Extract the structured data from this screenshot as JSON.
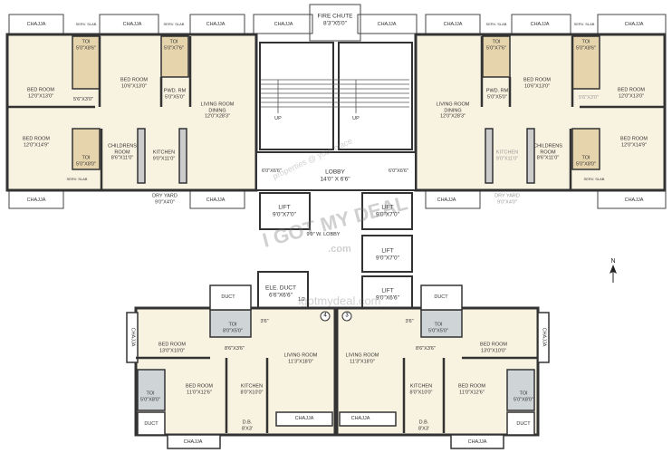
{
  "top_left": [
    "CHAJJA",
    "CHAJJA",
    "CHAJJA",
    "CHAJJA",
    "CHAJJA",
    "SERV. SLAB",
    "SERV. SLAB",
    "TOI\n5'0\"X8'6\"",
    "TOI\n5'0\"X7'6\"",
    "BED ROOM\n12'0\"X13'0\"",
    "BED ROOM\n10'6\"X13'0\"",
    "PWD. RM\n5'0\"X5'0\"",
    "5'6\"X3'0\"",
    "LIVING ROOM\nDINING\n12'0\"X28'3\"",
    "BED ROOM\n12'0\"X14'9\"",
    "TOI\n5'0\"X8'0\"",
    "CHILDRENS\nROOM\n8'6\"X11'0\"",
    "KITCHEN\n9'0\"X11'0\"",
    "DRY YARD\n9'0\"X4'0\"",
    "SERV. SLAB"
  ],
  "top_right": [
    "CHAJJA",
    "CHAJJA",
    "CHAJJA",
    "CHAJJA",
    "CHAJJA",
    "SERV. SLAB",
    "SERV. SLAB",
    "TOI\n5'0\"X7'6\"",
    "TOI\n5'0\"X8'6\"",
    "BED ROOM\n10'6\"X13'0\"",
    "BED ROOM\n12'0\"X13'0\"",
    "PWD. RM\n5'0\"X5'0\"",
    "5'6\"X3'0\"",
    "LIVING ROOM\nDINING\n12'0\"X28'3\"",
    "BED ROOM\n12'0\"X14'9\"",
    "TOI\n5'0\"X8'0\"",
    "CHILDRENS\nROOM\n8'6\"X11'0\"",
    "KITCHEN\n9'0\"X11'0\"",
    "DRY YARD\n9'0\"X4'0\"",
    "SERV. SLAB"
  ],
  "core": [
    "FIRE CHUTE\n8'3\"X5'0\"",
    "CHAJJA",
    "CHAJJA",
    "UP",
    "UP",
    "6'0\"X6'6\"",
    "LOBBY\n14'0\" X 6'6\"",
    "6'0\"X6'6\"",
    "LIFT\n9'0\"X7'0\"",
    "LIFT\n9'0\"X7'0\"",
    "LIFT\n9'0\"X7'0\"",
    "LIFT\n9'0\"X6'6\"",
    "9'0\" W. LOBBY",
    "ELE. DUCT\n6'6\"X6'6\"",
    "1/2"
  ],
  "bottom_left": [
    "DUCT",
    "TOI\n8'0\"X5'0\"",
    "BED ROOM\n13'0\"X10'0\"",
    "8'6\"X3'6\"",
    "LIVING ROOM\n11'3\"X18'0\"",
    "BED ROOM\n11'0\"X12'6\"",
    "KITCHEN\n8'0\"X10'0\"",
    "TOI\n5'0\"X8'0\"",
    "DUCT",
    "D.B.\n8'X3'",
    "CHAJJA",
    "CHAJJA",
    "CHAJJA",
    "3'6\"",
    "4"
  ],
  "bottom_right": [
    "DUCT",
    "TOI\n5'0\"X5'0\"",
    "BED ROOM\n13'0\"X10'0\"",
    "8'6\"X3'6\"",
    "LIVING ROOM\n11'3\"X18'0\"",
    "KITCHEN\n8'0\"X10'0\"",
    "BED ROOM\n11'0\"X12'6\"",
    "TOI\n5'0\"X8'0\"",
    "DUCT",
    "D.B.\n8'X3'",
    "CHAJJA",
    "CHAJJA",
    "CHAJJA",
    "3'6\"",
    "3"
  ],
  "compass": {
    "north": "N"
  },
  "watermark": {
    "tagline": "properties @ your place",
    "logo": "I GOT MY DEAL",
    "logo_domain": ".com",
    "url": "igotmydeal.com"
  },
  "colors": {
    "room_fill": "#f8f2e0",
    "toilet_fill": "#e6d4ad",
    "wall": "#333333",
    "furniture": "#8b5a3c"
  }
}
